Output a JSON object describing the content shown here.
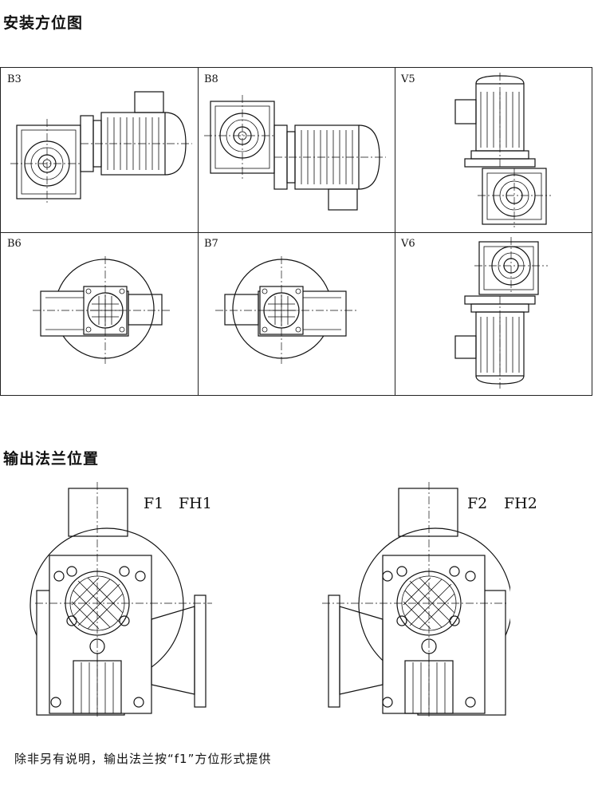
{
  "headings": {
    "mounting": "安装方位图",
    "flange": "输出法兰位置"
  },
  "positions": [
    "B3",
    "B8",
    "V5",
    "B6",
    "B7",
    "V6"
  ],
  "flange_labels": {
    "left_f": "F1",
    "left_fh": "FH1",
    "right_f": "F2",
    "right_fh": "FH2"
  },
  "footnote": "除非另有说明，输出法兰按“f1”方位形式提供"
}
